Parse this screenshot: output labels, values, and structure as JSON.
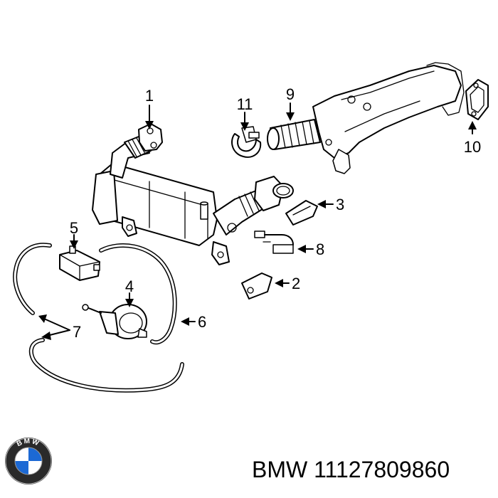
{
  "callouts": [
    {
      "id": "1",
      "label": "1"
    },
    {
      "id": "2",
      "label": "2"
    },
    {
      "id": "3",
      "label": "3"
    },
    {
      "id": "4",
      "label": "4"
    },
    {
      "id": "5",
      "label": "5"
    },
    {
      "id": "6",
      "label": "6"
    },
    {
      "id": "7",
      "label": "7"
    },
    {
      "id": "8",
      "label": "8"
    },
    {
      "id": "9",
      "label": "9"
    },
    {
      "id": "10",
      "label": "10"
    },
    {
      "id": "11",
      "label": "11"
    }
  ],
  "footer": {
    "brand": "BMW",
    "part_number": "11127809860",
    "caption": "BMW 11127809860",
    "logo_letters": "BMW"
  }
}
